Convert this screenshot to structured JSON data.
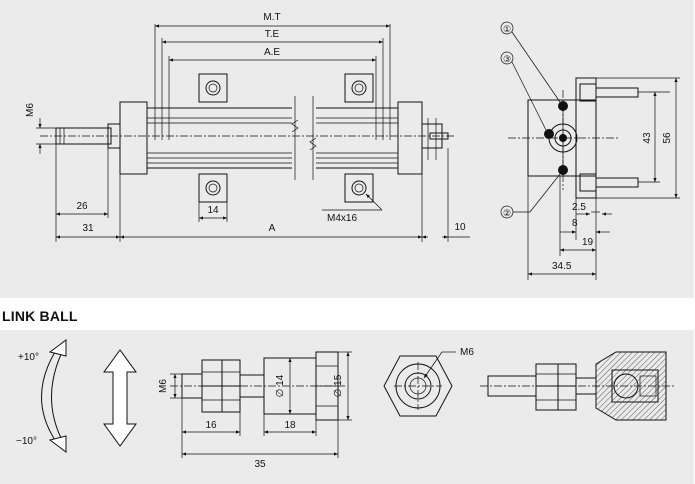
{
  "section_title": "LINK BALL",
  "top": {
    "dims": {
      "mt": "M.T",
      "te": "T.E",
      "ae": "A.E",
      "m6": "M6",
      "d26": "26",
      "d31": "31",
      "d14": "14",
      "a": "A",
      "m4x16": "M4x16",
      "d10": "10"
    },
    "side": {
      "callout1": "①",
      "callout3": "③",
      "callout2": "②",
      "d43": "43",
      "d56": "56",
      "d2_5": "2.5",
      "d8": "8",
      "d19": "19",
      "d34_5": "34.5"
    }
  },
  "bottom": {
    "plus10": "+10°",
    "minus10": "−10°",
    "m6": "M6",
    "d16": "16",
    "d18": "18",
    "d35": "35",
    "phi14": "∅ 14",
    "phi15": "∅ 15",
    "m6b": "M6"
  }
}
